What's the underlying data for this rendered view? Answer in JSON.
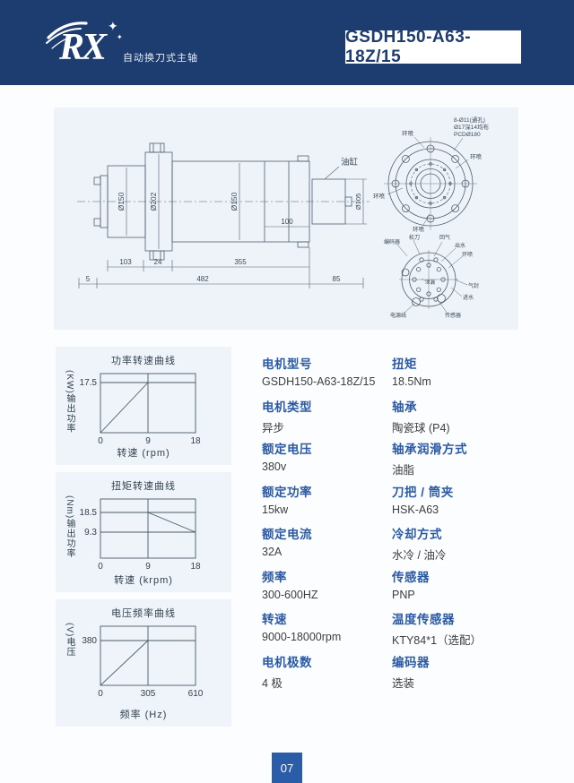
{
  "header": {
    "logo_text": "RX",
    "tagline": "自动换刀式主轴",
    "model_number": "GSDH150-A63-18Z/15"
  },
  "icons": {
    "sparkle": "✦"
  },
  "colors": {
    "header_bg": "#1d3c70",
    "accent_blue": "#2b5aa5",
    "panel_bg": "#edf3f9",
    "footer_bg": "#2a5ca8"
  },
  "drawing": {
    "oil_cylinder_label": "油缸",
    "dia_front": "Ø150",
    "dia_flange": "Ø202",
    "dia_body": "Ø150",
    "dia_cylinder": "Ø105",
    "dim_5": "5",
    "dim_103": "103",
    "dim_24": "24",
    "dim_355": "355",
    "dim_100": "100",
    "dim_482": "482",
    "dim_85": "85",
    "flange_note_1": "8-Ø11(通孔)",
    "flange_note_2": "Ø17深14均布",
    "flange_note_3": "PCDØ180",
    "ring_label_top": "环喷",
    "ring_label_right": "环喷",
    "ring_label_left": "环喷",
    "ring_label_bottom": "环喷",
    "rear": {
      "encoder": "编码器",
      "tool_release": "松刀",
      "air_return": "回气",
      "water_out": "出水",
      "ring_spray": "环喷",
      "air_seal": "气封",
      "water_in": "进水",
      "sensor": "传感器",
      "power_cable": "电源线",
      "leak": "泄漏"
    }
  },
  "chart_data": [
    {
      "type": "line",
      "title": "功率转速曲线",
      "xlabel": "转速 (rpm)",
      "ylabel": "(KW)输出功率",
      "x": [
        0,
        9,
        18
      ],
      "y": [
        0,
        17.5,
        17.5
      ],
      "xticks": [
        "0",
        "9",
        "18"
      ],
      "yticks": [
        "17.5"
      ],
      "xlim": [
        0,
        18
      ],
      "ylim": [
        0,
        20
      ],
      "grid": false,
      "legend": "none"
    },
    {
      "type": "line",
      "title": "扭矩转速曲线",
      "xlabel": "转速 (krpm)",
      "ylabel": "(Nm)输出功率",
      "x": [
        0,
        9,
        18
      ],
      "y": [
        18.5,
        18.5,
        9.3
      ],
      "xticks": [
        "0",
        "9",
        "18"
      ],
      "yticks": [
        "18.5",
        "9.3"
      ],
      "xlim": [
        0,
        18
      ],
      "ylim": [
        0,
        22
      ],
      "grid": false,
      "legend": "none"
    },
    {
      "type": "line",
      "title": "电压频率曲线",
      "xlabel": "频率 (Hz)",
      "ylabel": "(V)电压",
      "x": [
        0,
        305,
        610
      ],
      "y": [
        0,
        380,
        380
      ],
      "xticks": [
        "0",
        "305",
        "610"
      ],
      "yticks": [
        "380"
      ],
      "xlim": [
        0,
        610
      ],
      "ylim": [
        0,
        440
      ],
      "grid": false,
      "legend": "none"
    }
  ],
  "specs": {
    "left": [
      {
        "label": "电机型号",
        "value": "GSDH150-A63-18Z/15"
      },
      {
        "label": "电机类型",
        "value": "异步"
      },
      {
        "label": "额定电压",
        "value": "380v"
      },
      {
        "label": "额定功率",
        "value": "15kw"
      },
      {
        "label": "额定电流",
        "value": "32A"
      },
      {
        "label": "频率",
        "value": "300-600HZ"
      },
      {
        "label": "转速",
        "value": "9000-18000rpm"
      },
      {
        "label": "电机极数",
        "value": "4 极"
      }
    ],
    "right": [
      {
        "label": "扭矩",
        "value": "18.5Nm"
      },
      {
        "label": "轴承",
        "value": "陶瓷球 (P4)"
      },
      {
        "label": "轴承润滑方式",
        "value": "油脂"
      },
      {
        "label": "刀把 / 筒夹",
        "value": "HSK-A63"
      },
      {
        "label": "冷却方式",
        "value": "水冷 / 油冷"
      },
      {
        "label": "传感器",
        "value": "PNP"
      },
      {
        "label": "温度传感器",
        "value": "KTY84*1（选配）"
      },
      {
        "label": "编码器",
        "value": "选装"
      }
    ]
  },
  "footer": {
    "page_number": "07"
  }
}
